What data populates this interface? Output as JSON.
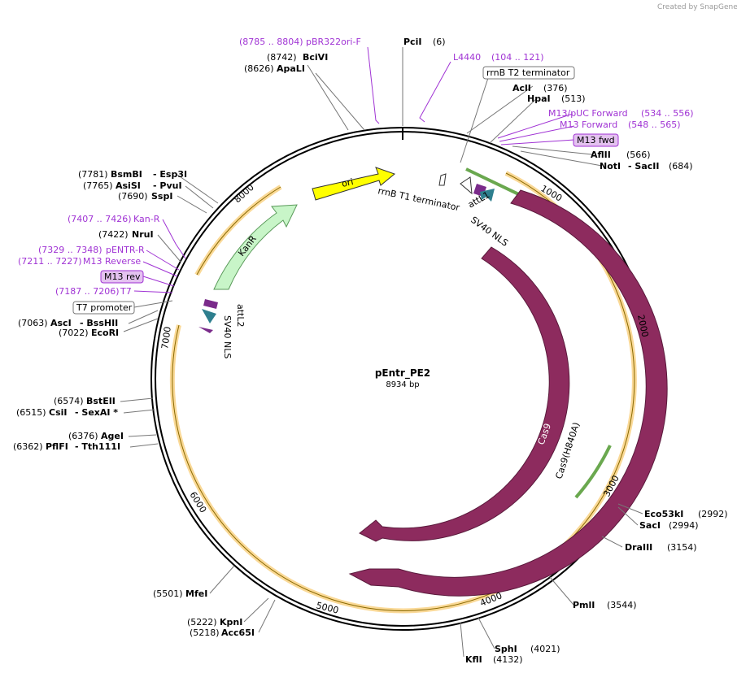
{
  "watermark": "Created by SnapGene",
  "plasmid": {
    "name": "pEntr_PE2",
    "length": "8934 bp"
  },
  "ticks": [
    "1000",
    "2000",
    "3000",
    "4000",
    "5000",
    "6000",
    "7000",
    "8000"
  ],
  "features": {
    "ori": "ori",
    "kanr": "KanR",
    "cas9": "Cas9",
    "cas9_h840a": "Cas9(H840A)",
    "rrnb_t1": "rrnB T1 terminator",
    "attl1": "attL1",
    "sv40_nls_1": "SV40 NLS",
    "attl2": "attL2",
    "sv40_nls_2": "SV40 NLS"
  },
  "sites": {
    "pcii": {
      "name": "PciI",
      "pos": "(6)"
    },
    "bcivi": {
      "name": "BciVI",
      "pos": "(8742)"
    },
    "apali": {
      "name": "ApaLI",
      "pos": "(8626)"
    },
    "acli": {
      "name": "AclI",
      "pos": "(376)"
    },
    "hpai": {
      "name": "HpaI",
      "pos": "(513)"
    },
    "aflii": {
      "name": "AflII",
      "pos": "(566)"
    },
    "noti": {
      "name": "NotI",
      "sep": "- SacII",
      "pos": "(684)"
    },
    "bsmbi": {
      "name": "BsmBI",
      "sep": "- Esp3I",
      "pos": "(7781)"
    },
    "asisi": {
      "name": "AsiSI",
      "sep": "- PvuI",
      "pos": "(7765)"
    },
    "sspi": {
      "name": "SspI",
      "pos": "(7690)"
    },
    "nrui": {
      "name": "NruI",
      "pos": "(7422)"
    },
    "asci": {
      "name": "AscI",
      "sep": "- BssHII",
      "pos": "(7063)"
    },
    "ecori": {
      "name": "EcoRI",
      "pos": "(7022)"
    },
    "bsteii": {
      "name": "BstEII",
      "pos": "(6574)"
    },
    "csii": {
      "name": "CsiI",
      "sep": "- SexAI *",
      "pos": "(6515)"
    },
    "agei": {
      "name": "AgeI",
      "pos": "(6376)"
    },
    "pflfi": {
      "name": "PflFI",
      "sep": "- Tth111I",
      "pos": "(6362)"
    },
    "mfei": {
      "name": "MfeI",
      "pos": "(5501)"
    },
    "kpni": {
      "name": "KpnI",
      "pos": "(5222)"
    },
    "acc65i": {
      "name": "Acc65I",
      "pos": "(5218)"
    },
    "eco53ki": {
      "name": "Eco53kI",
      "pos": "(2992)"
    },
    "saci": {
      "name": "SacI",
      "pos": "(2994)"
    },
    "draiii": {
      "name": "DraIII",
      "pos": "(3154)"
    },
    "pmli": {
      "name": "PmlI",
      "pos": "(3544)"
    },
    "sphi": {
      "name": "SphI",
      "pos": "(4021)"
    },
    "kflii": {
      "name": "KflI",
      "pos": "(4132)"
    }
  },
  "primers": {
    "pbr322ori_f": {
      "range": "(8785 .. 8804)",
      "name": "pBR322ori-F"
    },
    "l4440": {
      "name": "L4440",
      "range": "(104 .. 121)"
    },
    "m13puc_fwd": {
      "name": "M13/pUC Forward",
      "range": "(534 .. 556)"
    },
    "m13_forward": {
      "name": "M13 Forward",
      "range": "(548 .. 565)"
    },
    "kan_r": {
      "range": "(7407 .. 7426)",
      "name": "Kan-R"
    },
    "pentr_r": {
      "range": "(7329 .. 7348)",
      "name": "pENTR-R"
    },
    "m13_reverse": {
      "range": "(7211 .. 7227)",
      "name": "M13 Reverse"
    },
    "t7": {
      "range": "(7187 .. 7206)",
      "name": "T7"
    }
  },
  "boxed_labels": {
    "rrnb_t2": "rrnB T2 terminator",
    "m13_fwd": "M13 fwd",
    "m13_rev": "M13 rev",
    "t7_promoter": "T7 promoter"
  },
  "colors": {
    "cas9": "#8d2b5e",
    "ori": "#ffff00",
    "kanr": "#c8f5c8",
    "attl": "#7a2b8a",
    "nls": "#2e7f8e",
    "primer": "#a033d4",
    "orange_band": "#f5b942",
    "green_arrow": "#6aa84f"
  }
}
